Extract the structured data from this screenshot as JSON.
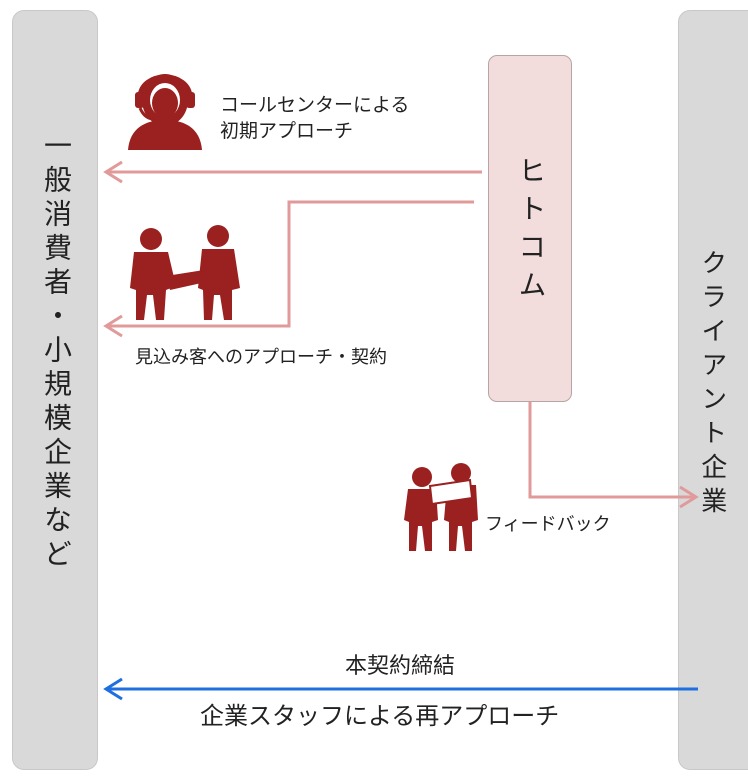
{
  "left_party": {
    "label": "一般消費者・小規模企業など"
  },
  "right_party": {
    "label": "クライアント企業"
  },
  "center_party": {
    "label": "ヒトコム"
  },
  "flows": {
    "call_center": {
      "line1": "コールセンターによる",
      "line2": "初期アプローチ"
    },
    "prospect_contract": {
      "label": "見込み客へのアプローチ・契約"
    },
    "feedback": {
      "label": "フィードバック"
    },
    "main_contract": {
      "label": "本契約締結"
    },
    "staff_reapproach": {
      "label": "企業スタッフによる再アプローチ"
    }
  },
  "colors": {
    "pink_arrow": "#e09a9a",
    "blue_arrow": "#1f6fe0",
    "icon_red": "#9b2020",
    "pillar_gray": "#d9d9d9",
    "center_fill": "#f2dcdc"
  },
  "icons": [
    "headset-operator-icon",
    "handshake-icon",
    "discussion-icon"
  ]
}
